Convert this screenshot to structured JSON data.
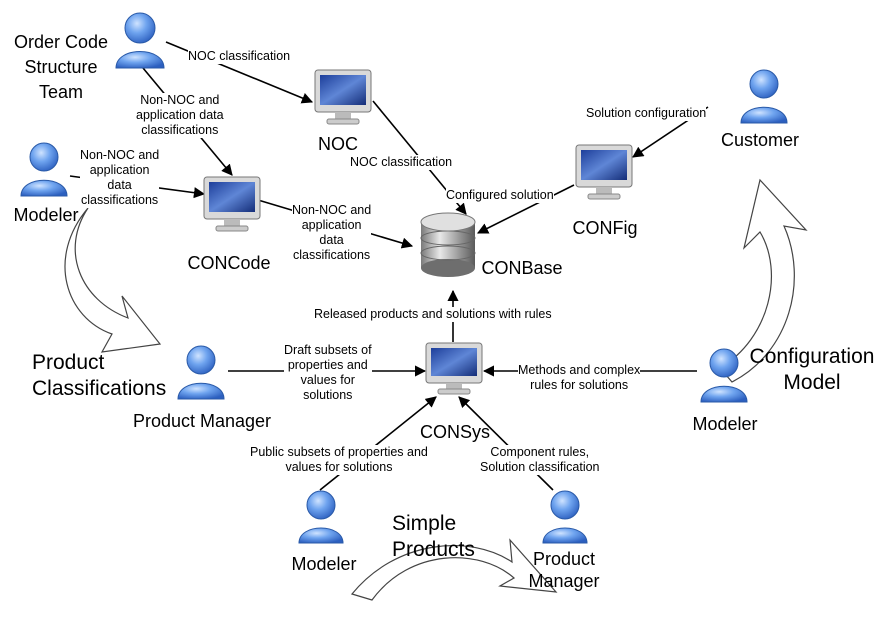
{
  "actors": {
    "order_code_team": "Order Code\nStructure\nTeam",
    "customer": "Customer",
    "modeler_left": "Modeler",
    "product_manager_left": "Product Manager",
    "modeler_right": "Modeler",
    "modeler_bottom": "Modeler",
    "product_manager_bottom": "Product\nManager"
  },
  "systems": {
    "noc": "NOC",
    "concode": "CONCode",
    "config": "CONFig",
    "consys": "CONSys",
    "conbase": "CONBase"
  },
  "edges": {
    "noc_classification_top": "NOC classification",
    "nonnoc_team": "Non-NOC and\napplication data\nclassifications",
    "nonnoc_modeler": "Non-NOC and\napplication\ndata\nclassifications",
    "noc_classification_mid": "NOC classification",
    "nonnoc_concode": "Non-NOC and\napplication\ndata\nclassifications",
    "solution_configuration": "Solution configuration",
    "configured_solution": "Configured solution",
    "released_products": "Released products and solutions with rules",
    "draft_subsets": "Draft subsets of\nproperties and\nvalues for\nsolutions",
    "methods_rules": "Methods and complex\nrules for solutions",
    "public_subsets": "Public subsets of properties and\nvalues for solutions",
    "component_rules": "Component rules,\nSolution classification"
  },
  "phases": {
    "product_classifications": "Product\nClassifications",
    "configuration_model": "Configuration\nModel",
    "simple_products": "Simple\nProducts"
  }
}
